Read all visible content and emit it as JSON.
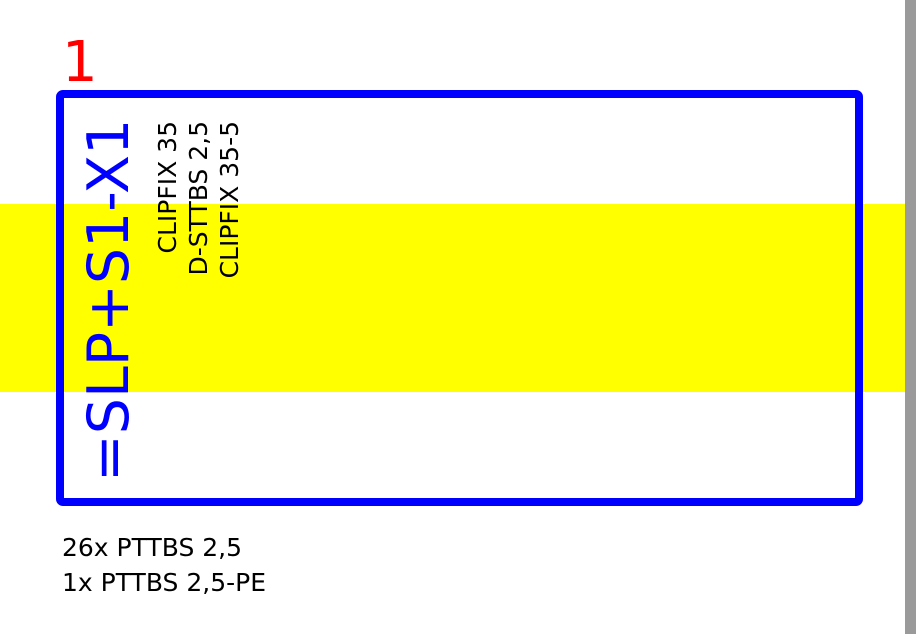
{
  "diagram": {
    "page_number": "1",
    "terminal_strip": {
      "designation": "=SLP+S1-X1",
      "accessories": [
        "CLIPFIX 35",
        "D-STTBS 2,5",
        "CLIPFIX 35-5"
      ]
    },
    "parts_summary": [
      "26x PTTBS 2,5",
      "1x PTTBS 2,5-PE"
    ]
  },
  "colors": {
    "frame": "#0000ff",
    "highlight": "#ffff00",
    "page_number": "#ff0000",
    "text": "#000000"
  }
}
